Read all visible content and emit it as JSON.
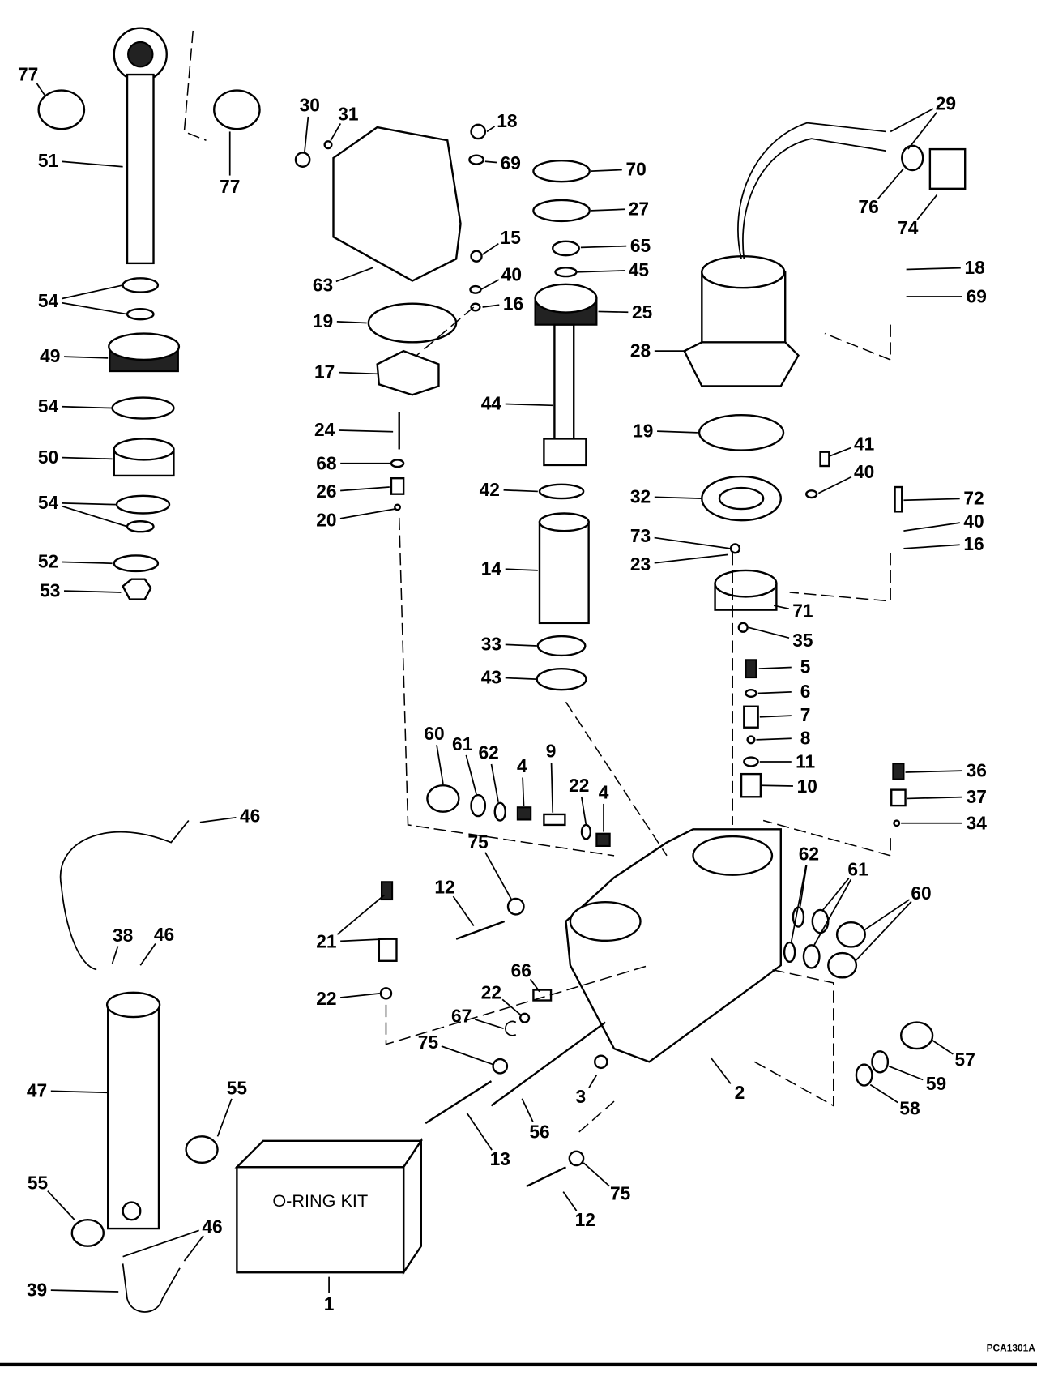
{
  "diagram": {
    "callouts": [
      "77",
      "51",
      "77",
      "54",
      "49",
      "54",
      "50",
      "54",
      "52",
      "53",
      "30",
      "31",
      "18",
      "69",
      "63",
      "15",
      "40",
      "16",
      "19",
      "17",
      "24",
      "68",
      "26",
      "20",
      "70",
      "27",
      "65",
      "45",
      "25",
      "44",
      "42",
      "14",
      "33",
      "43",
      "29",
      "76",
      "74",
      "18",
      "69",
      "28",
      "19",
      "41",
      "40",
      "32",
      "72",
      "40",
      "16",
      "73",
      "23",
      "71",
      "35",
      "5",
      "6",
      "7",
      "8",
      "11",
      "10",
      "36",
      "37",
      "34",
      "60",
      "61",
      "62",
      "4",
      "9",
      "22",
      "4",
      "46",
      "62",
      "61",
      "60",
      "75",
      "12",
      "21",
      "38",
      "46",
      "22",
      "66",
      "22",
      "67",
      "75",
      "47",
      "55",
      "3",
      "2",
      "57",
      "59",
      "58",
      "56",
      "13",
      "75",
      "12",
      "55",
      "46",
      "39",
      "1"
    ],
    "kit_label": "O-RING KIT",
    "figure_code": "PCA1301A"
  }
}
